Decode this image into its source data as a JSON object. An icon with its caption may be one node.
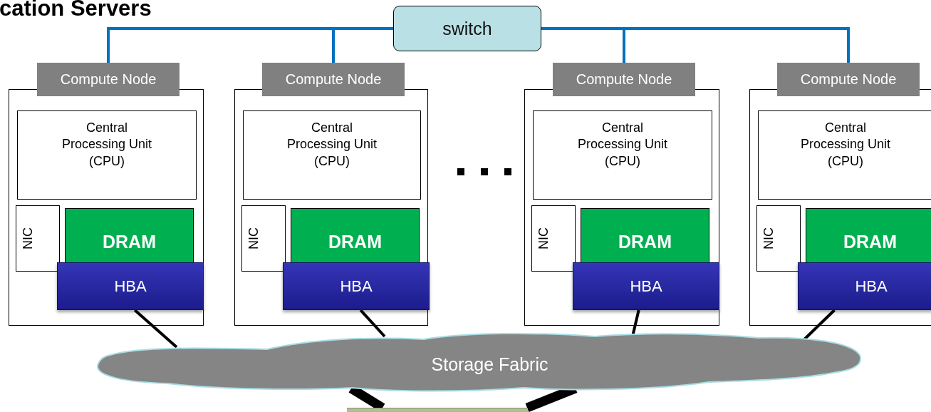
{
  "diagram": {
    "title": "cation Servers",
    "nodes": [
      {
        "text": [
          "switch"
        ]
      },
      {
        "text": [
          "Compute Node"
        ]
      },
      {
        "text": [
          "Central Processing Unit (CPU)"
        ],
        "in": 1
      },
      {
        "text": [
          "NIC"
        ],
        "in": 1
      },
      {
        "text": [
          "DRAM"
        ],
        "in": 1
      },
      {
        "text": [
          "HBA"
        ],
        "in": 1
      },
      {
        "text": [
          "Compute Node"
        ]
      },
      {
        "text": [
          "Central Processing Unit (CPU)"
        ],
        "in": 6
      },
      {
        "text": [
          "NIC"
        ],
        "in": 6
      },
      {
        "text": [
          "DRAM"
        ],
        "in": 6
      },
      {
        "text": [
          "HBA"
        ],
        "in": 6
      },
      {
        "text": [
          "Compute Node"
        ]
      },
      {
        "text": [
          "Central Processing Unit (CPU)"
        ],
        "in": 11
      },
      {
        "text": [
          "NIC"
        ],
        "in": 11
      },
      {
        "text": [
          "DRAM"
        ],
        "in": 11
      },
      {
        "text": [
          "HBA"
        ],
        "in": 11
      },
      {
        "text": [
          "Compute Node"
        ]
      },
      {
        "text": [
          "Central Processing Unit (CPU)"
        ],
        "in": 16
      },
      {
        "text": [
          "NIC"
        ],
        "in": 16
      },
      {
        "text": [
          "DRAM"
        ],
        "in": 16
      },
      {
        "text": [
          "HBA"
        ],
        "in": 16
      },
      {
        "text": [
          "Storage Fabric"
        ]
      },
      {
        "text": [],
        "shape": "box"
      }
    ],
    "edges": [
      {
        "from": 0,
        "to": 1,
        "arrow": "none",
        "color": "#0070c0"
      },
      {
        "from": 0,
        "to": 6,
        "arrow": "none",
        "color": "#0070c0"
      },
      {
        "from": 0,
        "to": 11,
        "arrow": "none",
        "color": "#0070c0"
      },
      {
        "from": 0,
        "to": 16,
        "arrow": "none",
        "color": "#0070c0"
      },
      {
        "from": 5,
        "to": 21,
        "arrow": "none"
      },
      {
        "from": 10,
        "to": 21,
        "arrow": "none"
      },
      {
        "from": 15,
        "to": 21,
        "arrow": "none"
      },
      {
        "from": 20,
        "to": 21,
        "arrow": "none"
      },
      {
        "from": 21,
        "to": 22,
        "arrow": "none",
        "style": "thick"
      },
      {
        "from": 21,
        "to": 22,
        "arrow": "none",
        "style": "thick"
      }
    ]
  }
}
